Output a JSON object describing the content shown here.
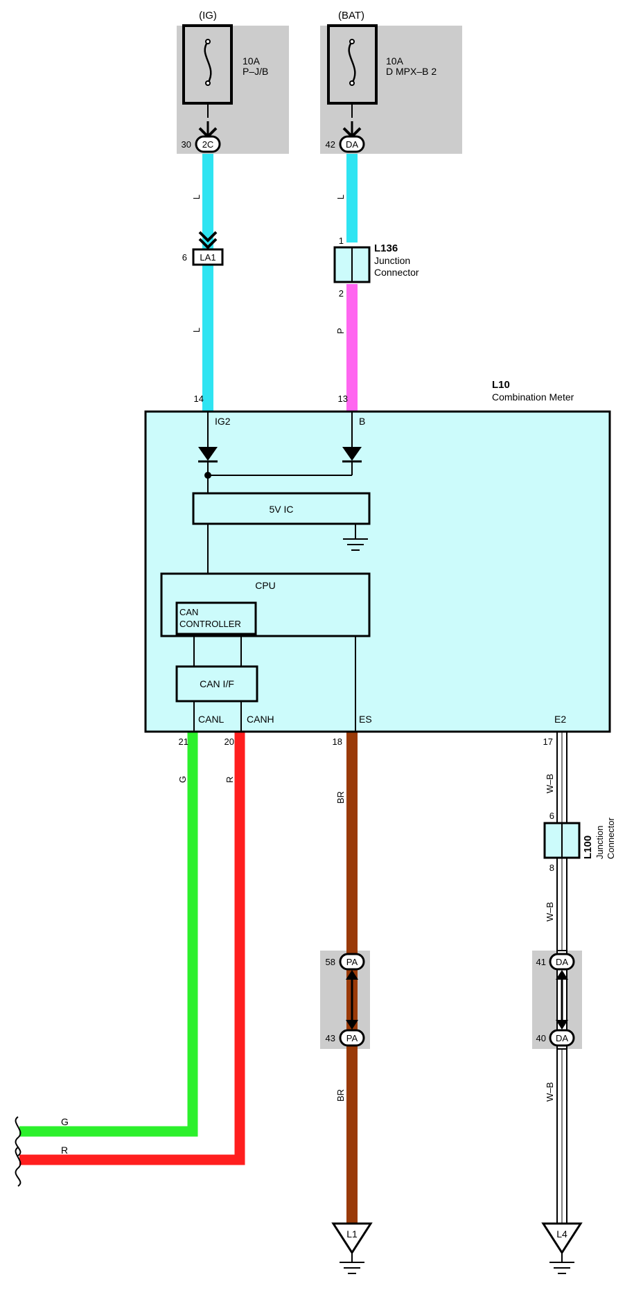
{
  "colors": {
    "wire_l": "#2fe4f2",
    "wire_p": "#ff66f0",
    "wire_g": "#2cf02c",
    "wire_r": "#ff1e1e",
    "wire_br": "#9a3a08",
    "wire_wb": "#ffffff",
    "meter_fill": "#ccfbfb",
    "box_fill": "#cccccc",
    "line": "#000000"
  },
  "fuses": {
    "ig": {
      "title": "(IG)",
      "rating": "10A",
      "name": "P–J/B",
      "pin": "30",
      "connector": "2C"
    },
    "bat": {
      "title": "(BAT)",
      "rating": "10A",
      "name": "D MPX–B 2",
      "pin": "42",
      "connector": "DA"
    }
  },
  "wires": {
    "l_upper": "L",
    "l_lower": "L",
    "l_bat": "L",
    "p": "P",
    "g": "G",
    "r": "R",
    "br_upper": "BR",
    "br_lower": "BR",
    "wb_upper": "W–B",
    "wb_mid": "W–B",
    "wb_lower": "W–B",
    "g_left": "G",
    "r_left": "R"
  },
  "la1": {
    "pin": "6",
    "label": "LA1"
  },
  "l136": {
    "id": "L136",
    "line1": "Junction",
    "line2": "Connector",
    "pin_top": "1",
    "pin_bottom": "2"
  },
  "meter": {
    "id": "L10",
    "name": "Combination Meter",
    "pin_ig2": "14",
    "pin_b": "13",
    "term_ig2": "IG2",
    "term_b": "B",
    "ic": "5V IC",
    "cpu": "CPU",
    "can_ctrl_1": "CAN",
    "can_ctrl_2": "CONTROLLER",
    "can_if": "CAN I/F",
    "term_canl": "CANL",
    "term_canh": "CANH",
    "term_es": "ES",
    "term_e2": "E2",
    "pin_canl": "21",
    "pin_canh": "20",
    "pin_es": "18",
    "pin_e2": "17"
  },
  "l100": {
    "id": "L100",
    "line1": "Junction",
    "line2": "Connector",
    "pin_top": "6",
    "pin_bottom": "8"
  },
  "splices": {
    "pa_top": {
      "pin": "58",
      "label": "PA"
    },
    "pa_bottom": {
      "pin": "43",
      "label": "PA"
    },
    "da_top": {
      "pin": "41",
      "label": "DA"
    },
    "da_bottom": {
      "pin": "40",
      "label": "DA"
    }
  },
  "grounds": {
    "l1": "L1",
    "l4": "L4"
  }
}
